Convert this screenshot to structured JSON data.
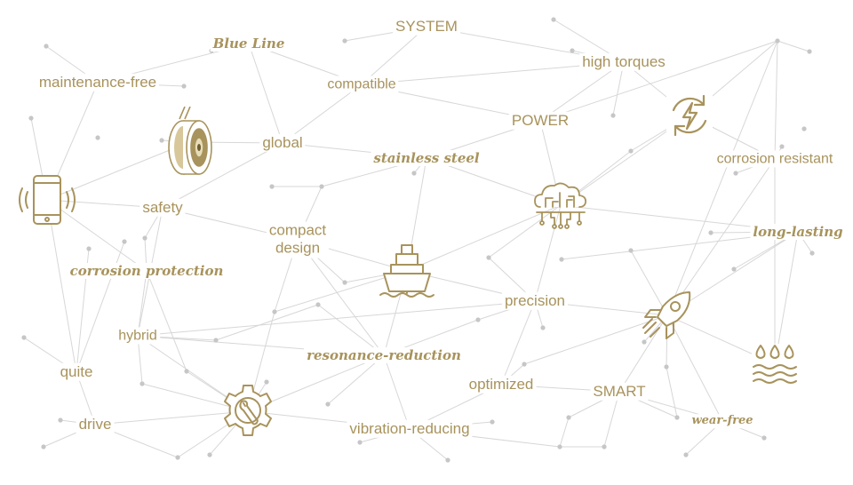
{
  "palette": {
    "accent": "#a8935c",
    "line": "#d7d7d7",
    "dot": "#c6c6c6",
    "background": "#ffffff"
  },
  "labels": {
    "system": "SYSTEM",
    "blue_line": "Blue Line",
    "high_torques": "high torques",
    "maintenance_free": "maintenance-free",
    "compatible": "compatible",
    "power": "POWER",
    "global": "global",
    "stainless_steel": "stainless steel",
    "corrosion_resistant": "corrosion resistant",
    "safety": "safety",
    "compact_design": "compact\ndesign",
    "long_lasting": "long-lasting",
    "corrosion_protection": "corrosion protection",
    "precision": "precision",
    "hybrid": "hybrid",
    "resonance_reduction": "resonance-reduction",
    "quite": "quite",
    "optimized": "optimized",
    "smart": "SMART",
    "drive": "drive",
    "vibration_reducing": "vibration-reducing",
    "wear_free": "wear-free"
  },
  "icons": [
    "smartphone-icon",
    "motor-icon",
    "energy-cycle-icon",
    "cloud-circuit-icon",
    "ship-icon",
    "rocket-icon",
    "water-waves-icon",
    "gear-wrench-icon"
  ]
}
